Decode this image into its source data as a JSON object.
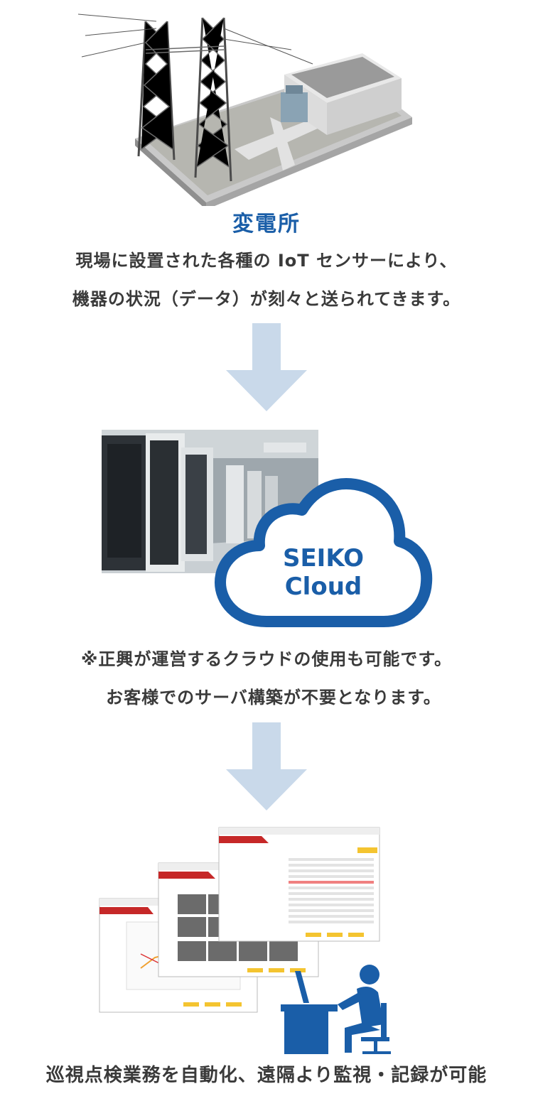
{
  "substation": {
    "title": "変電所",
    "desc_line1": "現場に設置された各種の IoT センサーにより、",
    "desc_line2": "機器の状況（データ）が刻々と送られてきます。"
  },
  "cloud": {
    "line1": "SEIKO",
    "line2": "Cloud"
  },
  "cloud_note": {
    "line1": "※正興が運営するクラウドの使用も可能です。",
    "line2": "お客様でのサーバ構築が不要となります。"
  },
  "result": {
    "text": "巡視点検業務を自動化、遠隔より監視・記録が可能"
  },
  "colors": {
    "brand_blue": "#1a5ea8",
    "arrow": "#c9d9ea"
  }
}
